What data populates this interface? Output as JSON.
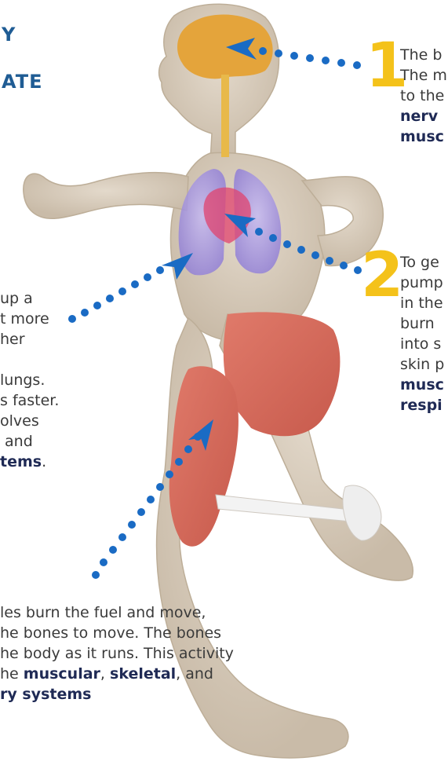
{
  "headings": [
    "Y",
    "ATE"
  ],
  "callouts": [
    {
      "number": "1",
      "lines": [
        {
          "parts": [
            "The b"
          ]
        },
        {
          "parts": [
            "The m"
          ]
        },
        {
          "parts": [
            "to the"
          ]
        },
        {
          "bold": "nerv"
        },
        {
          "bold": "musc"
        }
      ]
    },
    {
      "number": "2",
      "lines": [
        {
          "parts": [
            "To ge"
          ]
        },
        {
          "parts": [
            "pump"
          ]
        },
        {
          "parts": [
            "in the"
          ]
        },
        {
          "parts": [
            "burn"
          ]
        },
        {
          "parts": [
            "into s"
          ]
        },
        {
          "parts": [
            "skin p"
          ]
        },
        {
          "bold": "musc"
        },
        {
          "bold": "respi"
        }
      ]
    }
  ],
  "left_text": {
    "lines": [
      "up a",
      "t more",
      "her",
      "",
      "lungs.",
      "s faster.",
      "olves",
      " and"
    ],
    "last_bold": "tems",
    "last_tail": "."
  },
  "bottom_text": {
    "line1": "les burn the fuel and move,",
    "line2": "he bones to move. The bones",
    "line3": "he body as it runs. This activity",
    "line4_pre": "he ",
    "line4_b1": "muscular",
    "line4_mid": ", ",
    "line4_b2": "skeletal",
    "line4_post": ", and",
    "line5_bold": "ry systems"
  },
  "colors": {
    "heading": "#1f5c94",
    "number": "#f4c21a",
    "dots": "#1a6bc4",
    "body": "#d8cdbd",
    "muscle": "#d46a5c",
    "lung": "#9e8fe0",
    "brain": "#e4a43b",
    "bone": "#f3f3f3"
  }
}
